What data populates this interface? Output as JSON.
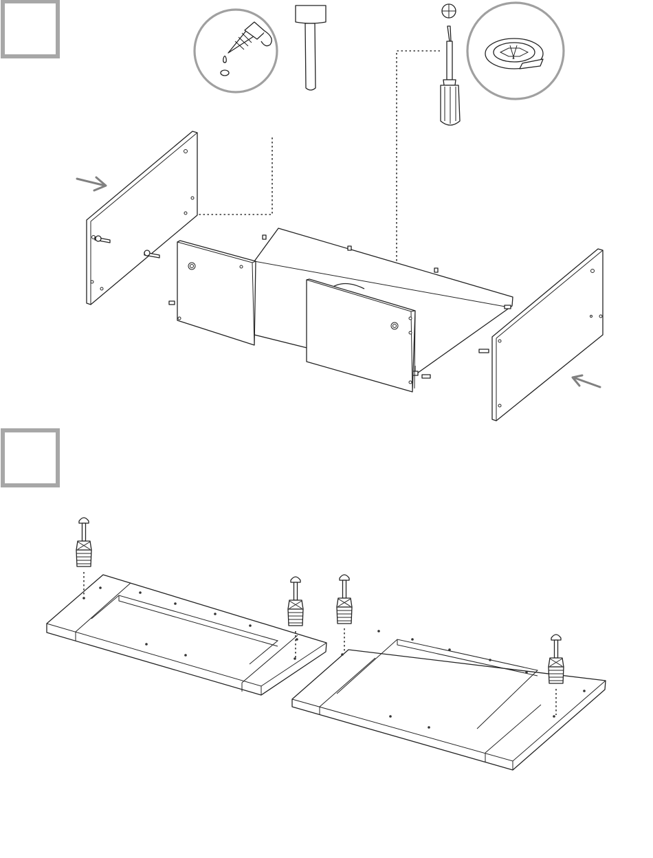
{
  "colors": {
    "step_box": "#a7a7a7",
    "circle_frame": "#a0a0a0",
    "arrow": "#808080",
    "ink": "#222222"
  },
  "step1": {
    "number_box": "",
    "tools": [
      "glue-icon",
      "mallet-icon",
      "phillips-screwdriver-icon",
      "cam-lock-icon"
    ],
    "arrows": [
      "arrow-left-panel",
      "arrow-right-panel"
    ]
  },
  "step2": {
    "number_box": "",
    "connectors": 4
  }
}
